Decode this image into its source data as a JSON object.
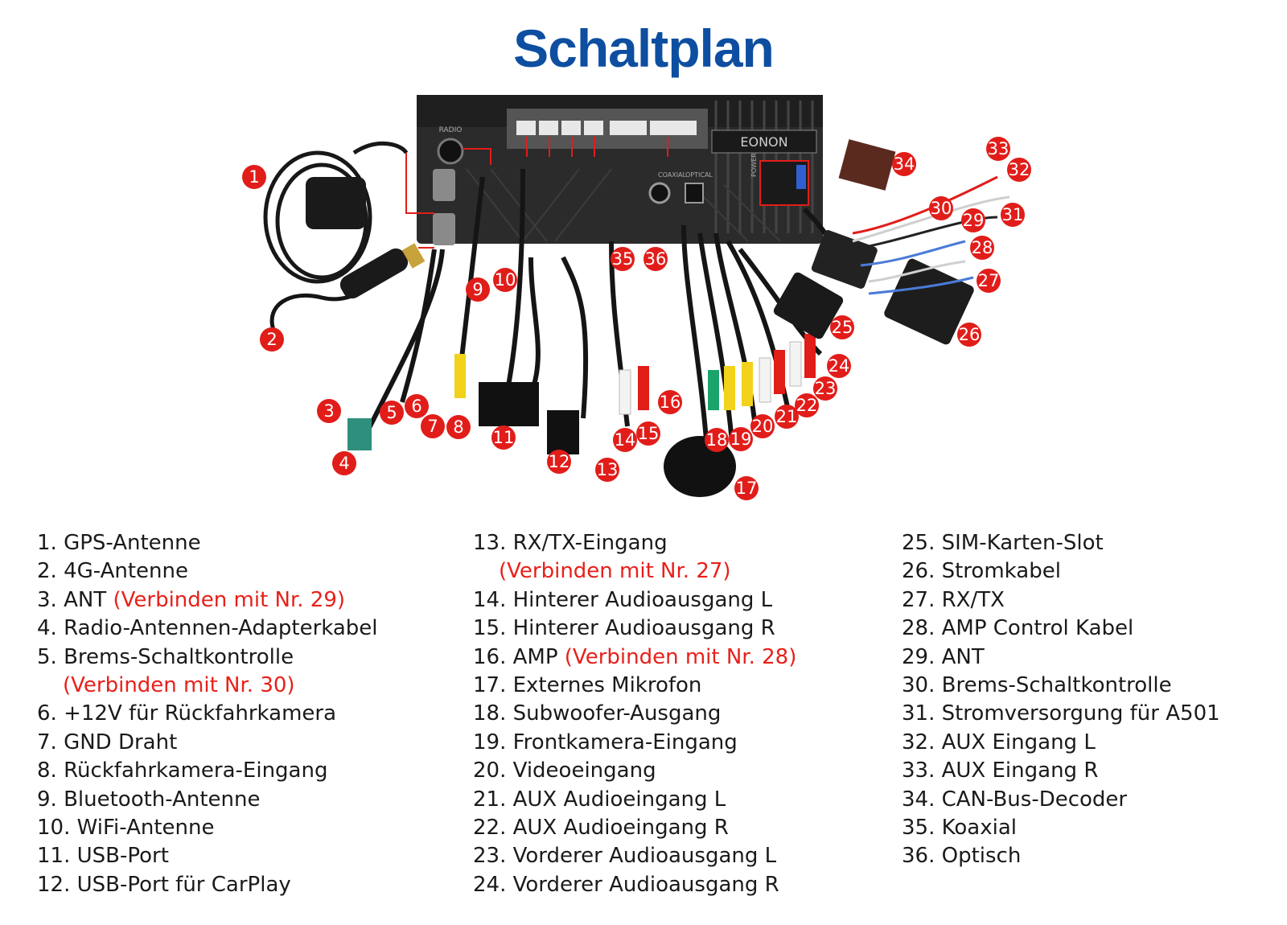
{
  "title": "Schaltplan",
  "colors": {
    "title": "#0d4ea1",
    "badge": "#e11d1a",
    "note": "#e8201a",
    "head_unit": "#2a2a2a",
    "cable": "#151515"
  },
  "device": {
    "brand": "EONON",
    "port_labels": [
      "RADIO",
      "POWER",
      "COAXIAL",
      "OPTICAL"
    ]
  },
  "badges": [
    "1",
    "2",
    "3",
    "4",
    "5",
    "6",
    "7",
    "8",
    "9",
    "10",
    "11",
    "12",
    "13",
    "14",
    "15",
    "16",
    "17",
    "18",
    "19",
    "20",
    "21",
    "22",
    "23",
    "24",
    "25",
    "26",
    "27",
    "28",
    "29",
    "30",
    "31",
    "32",
    "33",
    "34",
    "35",
    "36"
  ],
  "legend": {
    "col1": [
      {
        "text": "1. GPS-Antenne"
      },
      {
        "text": "2. 4G-Antenne"
      },
      {
        "text": "3. ANT",
        "note": "(Verbinden mit Nr. 29)"
      },
      {
        "text": "4. Radio-Antennen-Adapterkabel"
      },
      {
        "text": "5. Brems-Schaltkontrolle"
      },
      {
        "text": "",
        "note": "(Verbinden mit Nr. 30)"
      },
      {
        "text": "6. +12V für Rückfahrkamera"
      },
      {
        "text": "7. GND Draht"
      },
      {
        "text": "8. Rückfahrkamera-Eingang"
      },
      {
        "text": "9. Bluetooth-Antenne"
      },
      {
        "text": "10. WiFi-Antenne"
      },
      {
        "text": "11. USB-Port"
      },
      {
        "text": "12. USB-Port für CarPlay"
      }
    ],
    "col2": [
      {
        "text": "13. RX/TX-Eingang"
      },
      {
        "text": "",
        "note": "(Verbinden mit Nr. 27)"
      },
      {
        "text": "14. Hinterer Audioausgang L"
      },
      {
        "text": "15. Hinterer Audioausgang R"
      },
      {
        "text": "16. AMP",
        "note": "(Verbinden mit Nr. 28)"
      },
      {
        "text": "17. Externes Mikrofon"
      },
      {
        "text": "18. Subwoofer-Ausgang"
      },
      {
        "text": "19. Frontkamera-Eingang"
      },
      {
        "text": "20. Videoeingang"
      },
      {
        "text": "21. AUX Audioeingang L"
      },
      {
        "text": "22. AUX Audioeingang R"
      },
      {
        "text": "23. Vorderer Audioausgang L"
      },
      {
        "text": "24. Vorderer Audioausgang R"
      }
    ],
    "col3": [
      {
        "text": "25. SIM-Karten-Slot"
      },
      {
        "text": "26. Stromkabel"
      },
      {
        "text": "27. RX/TX"
      },
      {
        "text": "28. AMP Control Kabel"
      },
      {
        "text": "29. ANT"
      },
      {
        "text": "30. Brems-Schaltkontrolle"
      },
      {
        "text": "31. Stromversorgung für A501"
      },
      {
        "text": "32. AUX Eingang L"
      },
      {
        "text": "33. AUX Eingang R"
      },
      {
        "text": "34. CAN-Bus-Decoder"
      },
      {
        "text": "35. Koaxial"
      },
      {
        "text": "36. Optisch"
      }
    ]
  }
}
